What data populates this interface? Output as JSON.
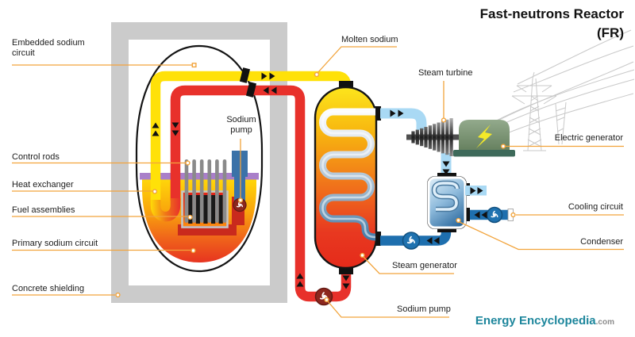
{
  "title": {
    "line1": "Fast-neutrons Reactor",
    "line2": "(FR)"
  },
  "diagram_labels": {
    "embedded_sodium_circuit": "Embedded sodium circuit",
    "control_rods": "Control rods",
    "heat_exchanger": "Heat exchanger",
    "fuel_assemblies": "Fuel assemblies",
    "primary_sodium_circuit": "Primary sodium circuit",
    "concrete_shielding": "Concrete shielding",
    "molten_sodium": "Molten sodium",
    "sodium_pump_top": "Sodium pump",
    "steam_turbine": "Steam turbine",
    "electric_generator": "Electric generator",
    "cooling_circuit": "Cooling circuit",
    "condenser": "Condenser",
    "steam_generator": "Steam generator",
    "sodium_pump_bottom": "Sodium pump"
  },
  "logo": {
    "brand": "Energy Encyclopedia",
    "suffix": ".com"
  },
  "colors": {
    "hot_sodium_yellow": "#FFE108",
    "cold_sodium_red": "#E8312B",
    "steam_light_blue": "#A9D9F4",
    "water_dark_blue": "#1E6FAE",
    "leader_orange": "#F2A43C",
    "concrete_gray": "#CBCBCB",
    "reactor_lid_purple": "#A97FC9",
    "generator_green": "#7E9678",
    "pump_dark_red": "#8C271E",
    "logo_teal": "#1D869C"
  }
}
